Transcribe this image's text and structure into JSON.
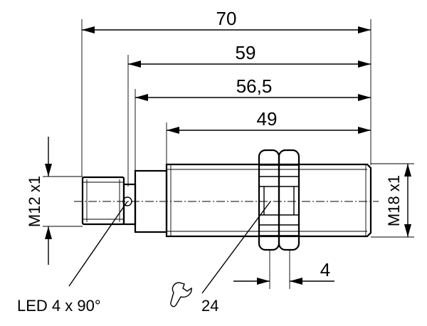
{
  "dimensions": {
    "length_70": "70",
    "length_59": "59",
    "length_56_5": "56,5",
    "length_49": "49",
    "thread_left": "M12 x1",
    "thread_right": "M18 x1",
    "nut_thickness": "4"
  },
  "annotations": {
    "led": "LED 4 x 90°",
    "wrench_size": "24"
  },
  "icons": {
    "wrench": "wrench-icon"
  }
}
